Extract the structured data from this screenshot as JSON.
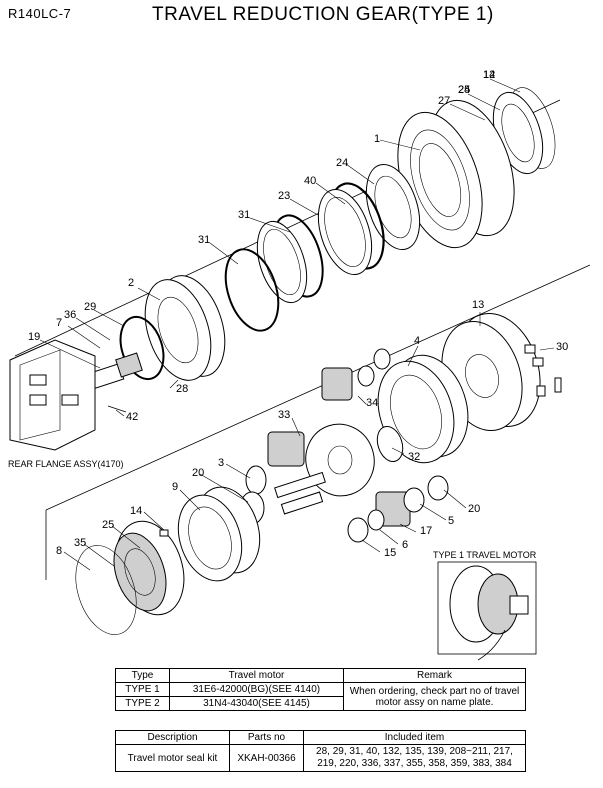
{
  "header": {
    "model_code": "R140LC-7",
    "title": "TRAVEL REDUCTION GEAR(TYPE 1)"
  },
  "labels": {
    "rear_flange": "REAR FLANGE ASSY(4170)",
    "type1_motor": "TYPE 1 TRAVEL MOTOR"
  },
  "callouts": [
    "12",
    "24",
    "27",
    "1",
    "24",
    "40",
    "23",
    "31",
    "31",
    "2",
    "29",
    "36",
    "7",
    "19",
    "28",
    "42",
    "13",
    "30",
    "4",
    "34",
    "33",
    "32",
    "3",
    "20",
    "9",
    "20",
    "5",
    "14",
    "25",
    "35",
    "8",
    "17",
    "15",
    "6",
    "14",
    "25"
  ],
  "table1": {
    "headers": [
      "Type",
      "Travel motor",
      "Remark"
    ],
    "rows": [
      [
        "TYPE 1",
        "31E6-42000(BG)(SEE 4140)"
      ],
      [
        "TYPE 2",
        "31N4-43040(SEE 4145)"
      ]
    ],
    "remark": "When ordering, check part no of travel motor assy on name plate."
  },
  "table2": {
    "headers": [
      "Description",
      "Parts no",
      "Included item"
    ],
    "rows": [
      [
        "Travel motor seal kit",
        "XKAH-00366",
        "28, 29, 31, 40, 132, 135, 139, 208~211, 217, 219, 220, 336, 337, 355, 358, 359, 383, 384"
      ]
    ]
  }
}
